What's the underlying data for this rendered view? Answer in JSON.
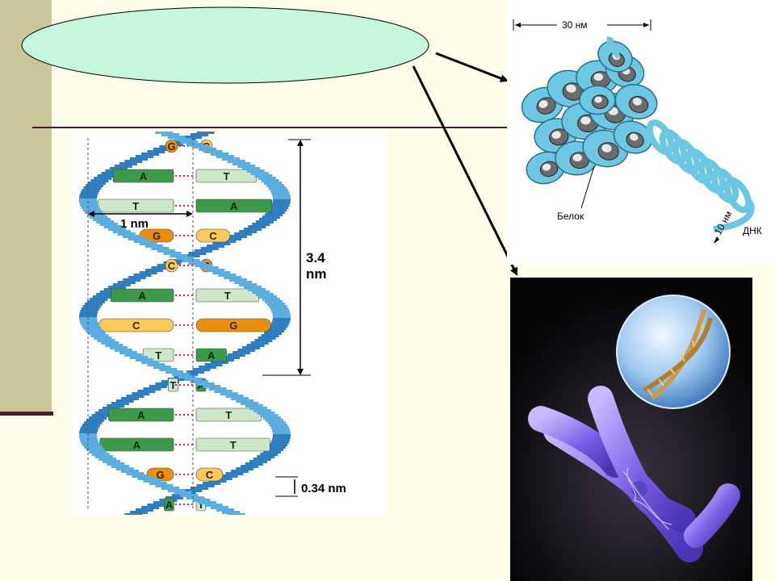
{
  "slide": {
    "title_text": ""
  },
  "dna_diagram": {
    "labels": {
      "width": "1 nm",
      "pitch_line1": "3.4",
      "pitch_line2": "nm",
      "rise": "0.34 nm"
    },
    "base_pairs": [
      {
        "left": "G",
        "right": "C",
        "kind": "gc"
      },
      {
        "left": "A",
        "right": "T",
        "kind": "at"
      },
      {
        "left": "T",
        "right": "A",
        "kind": "at"
      },
      {
        "left": "G",
        "right": "C",
        "kind": "gc"
      },
      {
        "left": "C",
        "right": "G",
        "kind": "gc"
      },
      {
        "left": "A",
        "right": "T",
        "kind": "at"
      },
      {
        "left": "C",
        "right": "G",
        "kind": "gc"
      },
      {
        "left": "T",
        "right": "A",
        "kind": "at"
      },
      {
        "left": "T",
        "right": "A",
        "kind": "at"
      },
      {
        "left": "A",
        "right": "T",
        "kind": "at"
      },
      {
        "left": "A",
        "right": "T",
        "kind": "at"
      },
      {
        "left": "G",
        "right": "C",
        "kind": "gc"
      },
      {
        "left": "A",
        "right": "T",
        "kind": "at"
      }
    ]
  },
  "chromatin_diagram": {
    "labels": {
      "fiber_width": "30 нм",
      "protein": "Белок",
      "dna_width": "10 нм",
      "dna": "ДНК"
    }
  },
  "colors": {
    "background": "#fefde9",
    "sidebar": "#cbc79a",
    "divider": "#4a1e32",
    "ellipse_fill": "#c5f7df",
    "helix_blue": "#5aaee0",
    "guanine": "#e8900c",
    "cytosine": "#fbc95a",
    "adenine": "#3d9a4b",
    "thymine": "#cfe6c9",
    "chromatin": "#6dc7e3"
  }
}
